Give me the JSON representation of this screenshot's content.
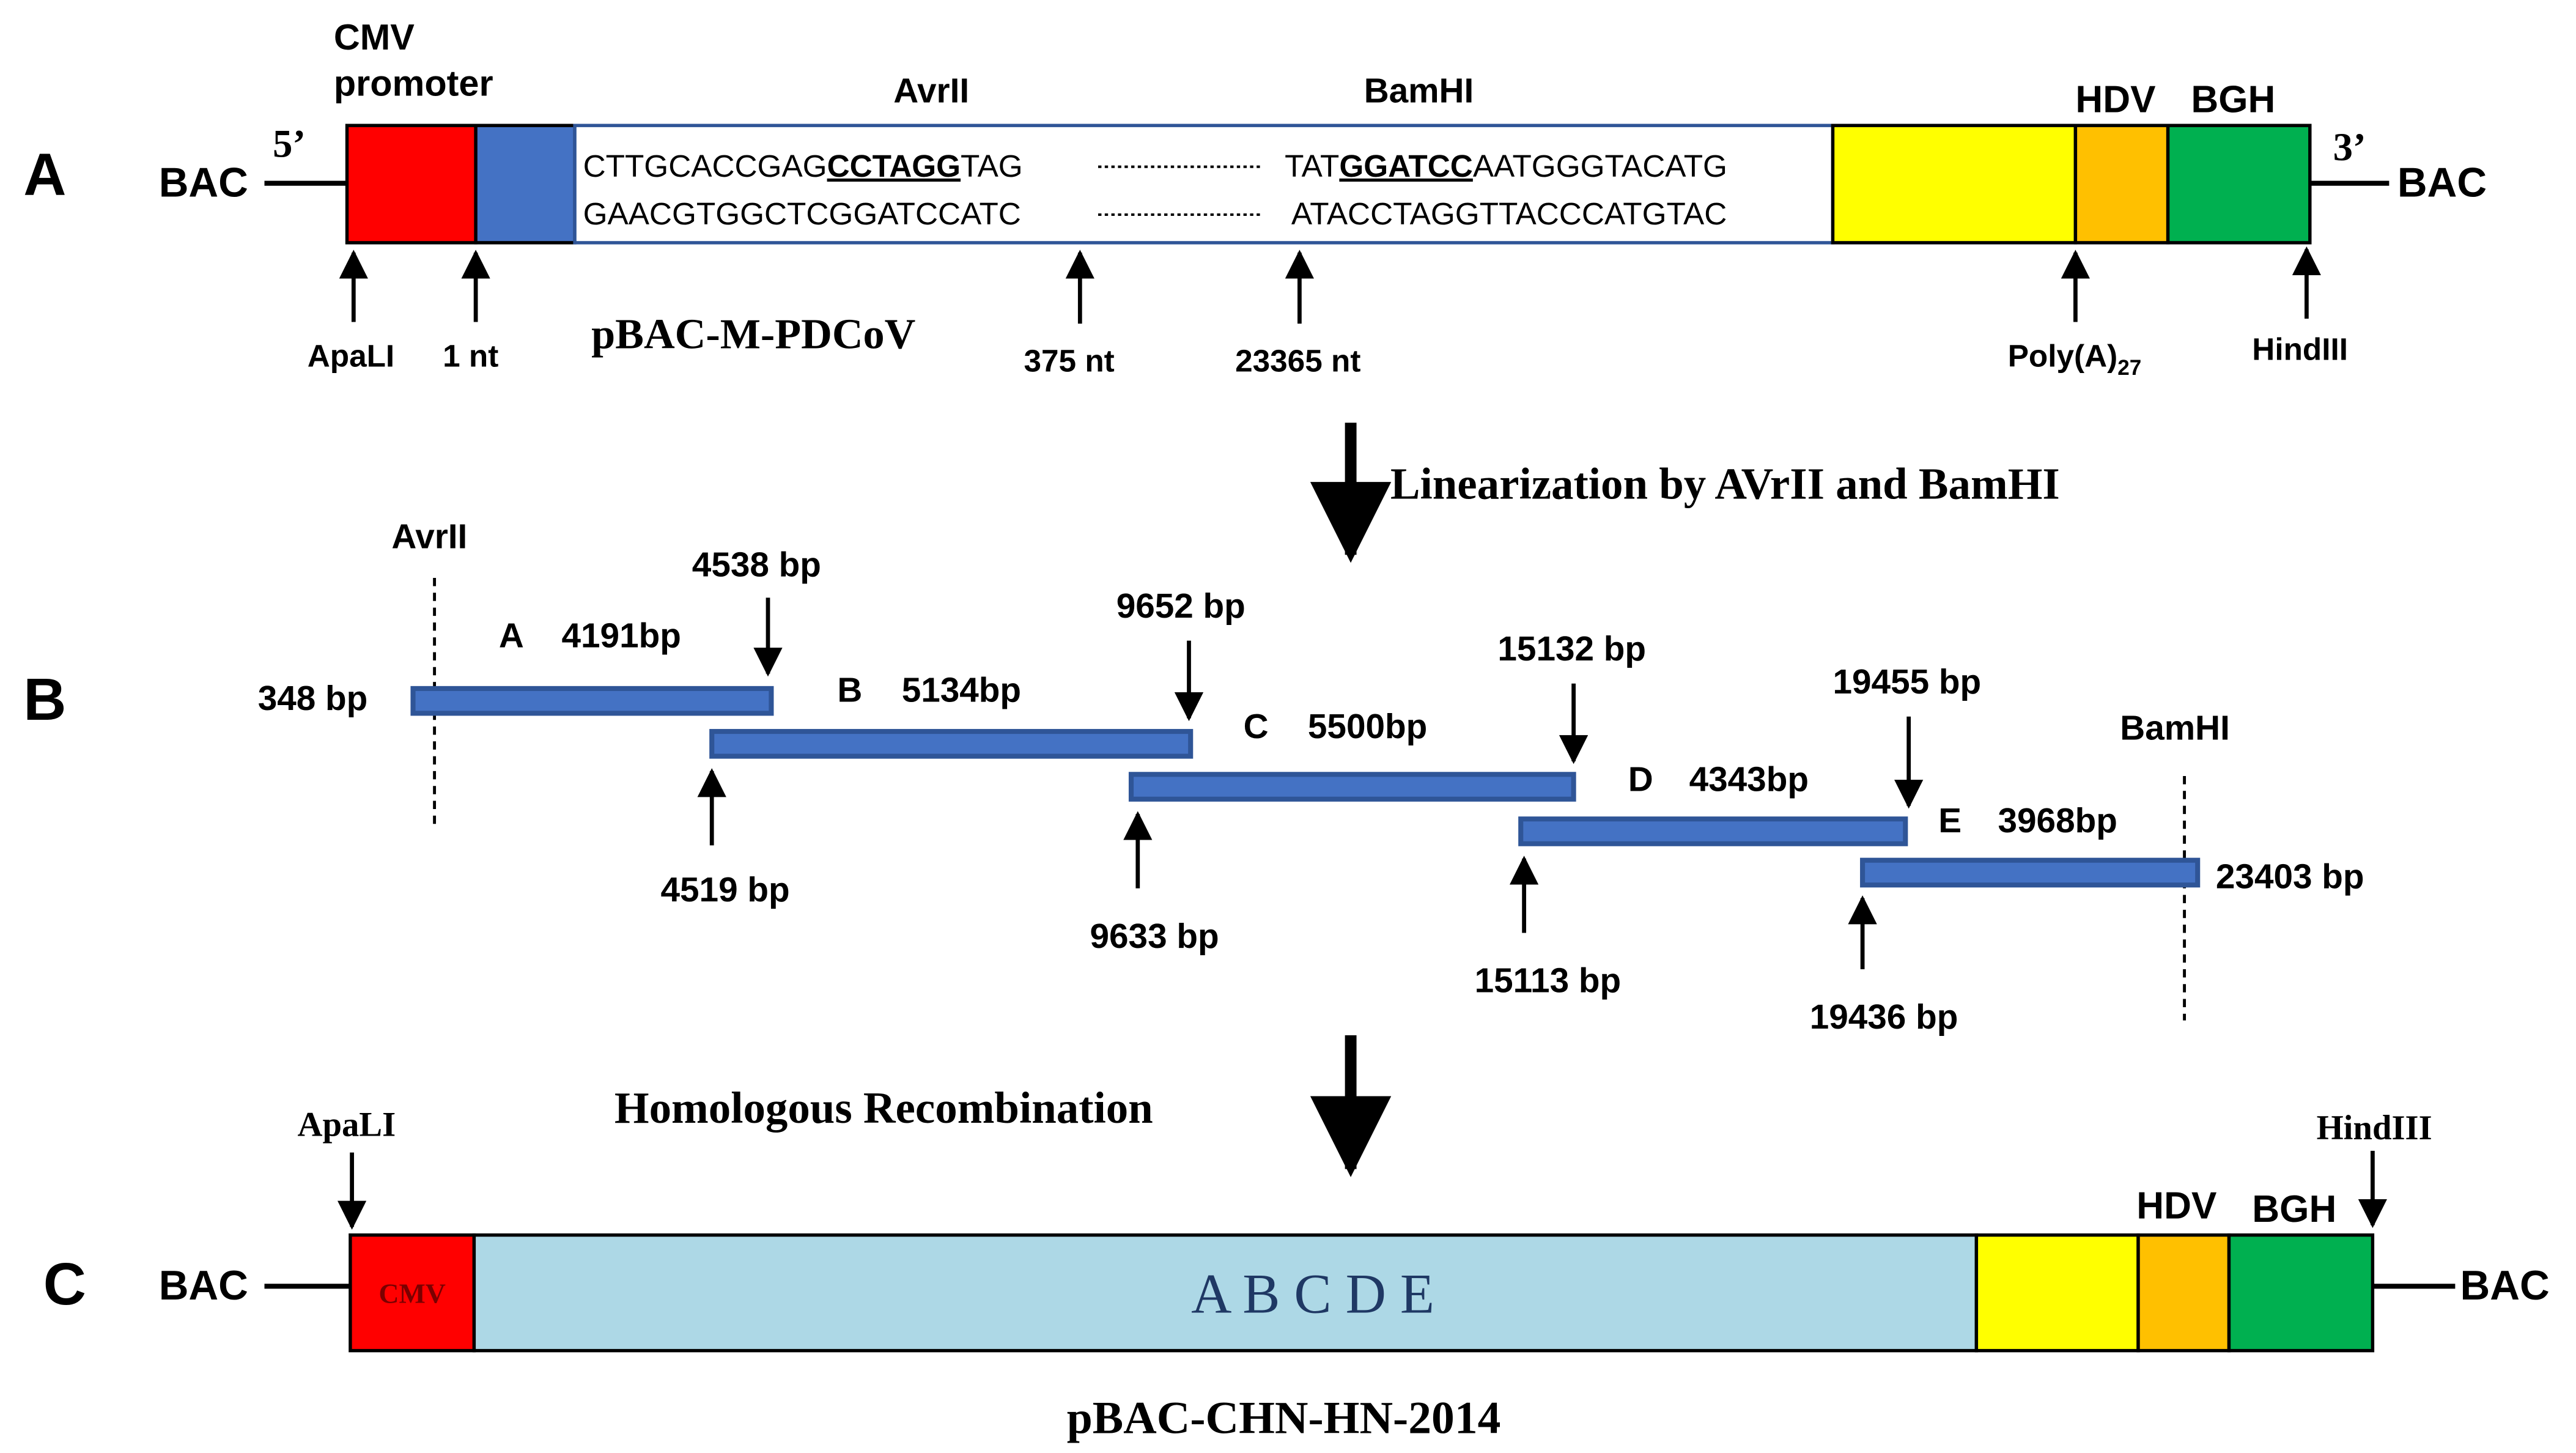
{
  "panel_a": {
    "label": "A",
    "bac_left": "BAC",
    "bac_right": "BAC",
    "end5": "5’",
    "end3": "3’",
    "cmv_line1": "CMV",
    "cmv_line2": "promoter",
    "avrII_label": "AvrII",
    "bamHI_label": "BamHI",
    "hdv_label": "HDV",
    "bgh_label": "BGH",
    "seq_top_1": "CTTGCACCGAG",
    "seq_top_site": "CCTAGG",
    "seq_top_2": "TAG",
    "seq_top_3": "TAT",
    "seq_top_site2": "GGATCC",
    "seq_top_4": "AATGGGTACATG",
    "seq_bottom_left": "GAACGTGGCTCGGATCCATC",
    "seq_bottom_right": "ATACCTAGGTTACCCATGTAC",
    "construct_name": "pBAC-M-PDCoV",
    "arrow_apaLI": "ApaLI",
    "arrow_1nt": "1 nt",
    "arrow_375nt": "375 nt",
    "arrow_23365nt": "23365 nt",
    "arrow_polyA": "Poly(A)",
    "arrow_polyA_sub": "27",
    "arrow_hindIII": "HindIII",
    "colors": {
      "cmv": "#FF0000",
      "blue": "#4472C4",
      "yellow": "#FFFF00",
      "hdv": "#FFC000",
      "bgh": "#00B050"
    }
  },
  "step1": "Linearization  by AVrII  and BamHI",
  "panel_b": {
    "label": "B",
    "avrII_label": "AvrII",
    "bamHI_label": "BamHI",
    "fragments": [
      {
        "name": "A",
        "size": "4191bp",
        "start": "348 bp",
        "end": "4538 bp"
      },
      {
        "name": "B",
        "size": "5134bp",
        "start": "4519 bp",
        "end": "9652 bp"
      },
      {
        "name": "C",
        "size": "5500bp",
        "start": "9633 bp",
        "end": "15132 bp"
      },
      {
        "name": "D",
        "size": "4343bp",
        "start": "15113 bp",
        "end": "19455 bp"
      },
      {
        "name": "E",
        "size": "3968bp",
        "start": "19436 bp",
        "end": "23403 bp"
      }
    ]
  },
  "step2": "Homologous Recombination",
  "panel_c": {
    "label": "C",
    "bac_left": "BAC",
    "bac_right": "BAC",
    "apaLI": "ApaLI",
    "hindIII": "HindIII",
    "cmv": "CMV",
    "insert": "A B C D E",
    "hdv_label": "HDV",
    "bgh_label": "BGH",
    "construct_name": "pBAC-CHN-HN-2014",
    "colors": {
      "cmv": "#FF0000",
      "insert": "#ADD8E6",
      "yellow": "#FFFF00",
      "hdv": "#FFC000",
      "bgh": "#00B050"
    }
  }
}
